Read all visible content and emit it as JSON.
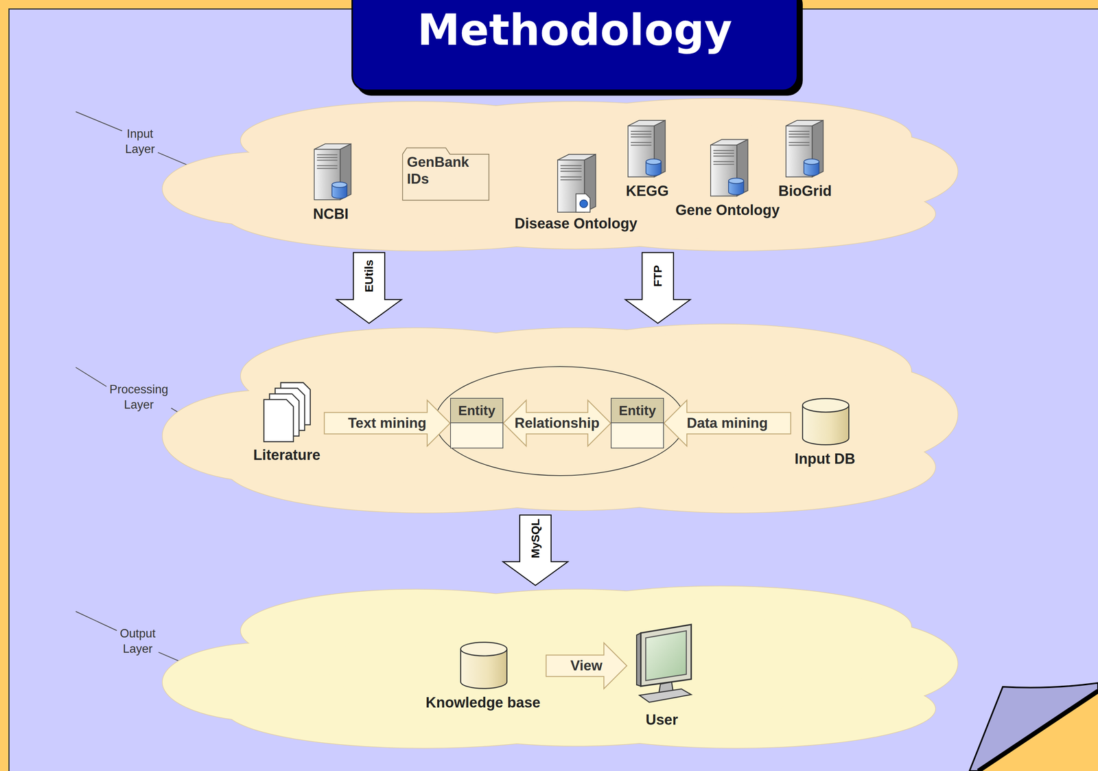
{
  "diagram": {
    "title": "Methodology",
    "nodes": [
      {
        "text": [
          "Input Layer"
        ]
      },
      {
        "text": [
          "NCBI"
        ],
        "in": 0
      },
      {
        "text": [
          "GenBank IDs"
        ],
        "in": 0
      },
      {
        "text": [
          "Disease Ontology"
        ],
        "in": 0
      },
      {
        "text": [
          "KEGG"
        ],
        "in": 0
      },
      {
        "text": [
          "Gene Ontology"
        ],
        "in": 0
      },
      {
        "text": [
          "BioGrid"
        ],
        "in": 0
      },
      {
        "text": [
          "Processing Layer"
        ]
      },
      {
        "text": [
          "Literature"
        ],
        "in": 7
      },
      {
        "text": [
          "Entity"
        ],
        "in": 7
      },
      {
        "text": [
          "Entity"
        ],
        "in": 7
      },
      {
        "text": [
          "Input DB"
        ],
        "in": 7
      },
      {
        "text": [
          "Output Layer"
        ]
      },
      {
        "text": [
          "Knowledge base"
        ],
        "in": 12
      },
      {
        "text": [
          "User"
        ],
        "in": 12
      }
    ],
    "edges": [
      {
        "from": 0,
        "to": 7,
        "label": "EUtils",
        "arrow": "to"
      },
      {
        "from": 0,
        "to": 7,
        "label": "FTP",
        "arrow": "to"
      },
      {
        "from": 8,
        "to": 9,
        "label": "Text mining",
        "arrow": "to"
      },
      {
        "from": 9,
        "to": 10,
        "label": "Relationship",
        "arrow": "both"
      },
      {
        "from": 11,
        "to": 10,
        "label": "Data mining",
        "arrow": "to"
      },
      {
        "from": 7,
        "to": 12,
        "label": "MySQL",
        "arrow": "to"
      },
      {
        "from": 13,
        "to": 14,
        "label": "View",
        "arrow": "to"
      }
    ]
  }
}
